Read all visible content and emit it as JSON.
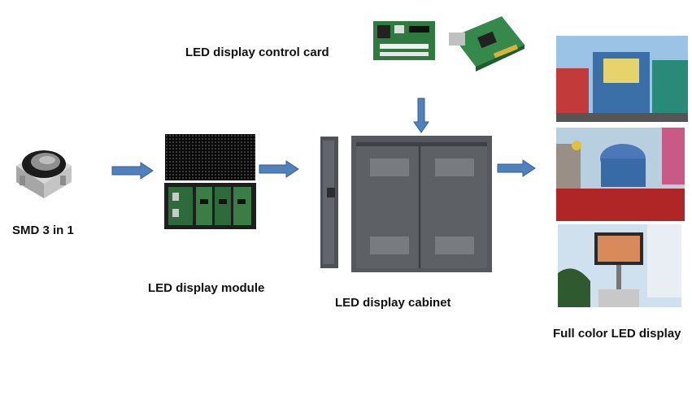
{
  "labels": {
    "smd": "SMD 3 in 1",
    "module": "LED display module",
    "control_card": "LED display control card",
    "cabinet": "LED display cabinet",
    "full_color": "Full color LED display"
  },
  "colors": {
    "arrow_fill": "#4f81bd",
    "arrow_stroke": "#385d8a",
    "cabinet_gray": "#55595d",
    "pcb_green": "#2e6b3a"
  },
  "icons": {
    "smd": "smd-led-chip-icon",
    "module_front": "led-module-front-icon",
    "module_back": "led-module-back-icon",
    "card1": "control-card-icon",
    "card2": "sending-card-icon",
    "cabinet": "led-cabinet-icon"
  }
}
